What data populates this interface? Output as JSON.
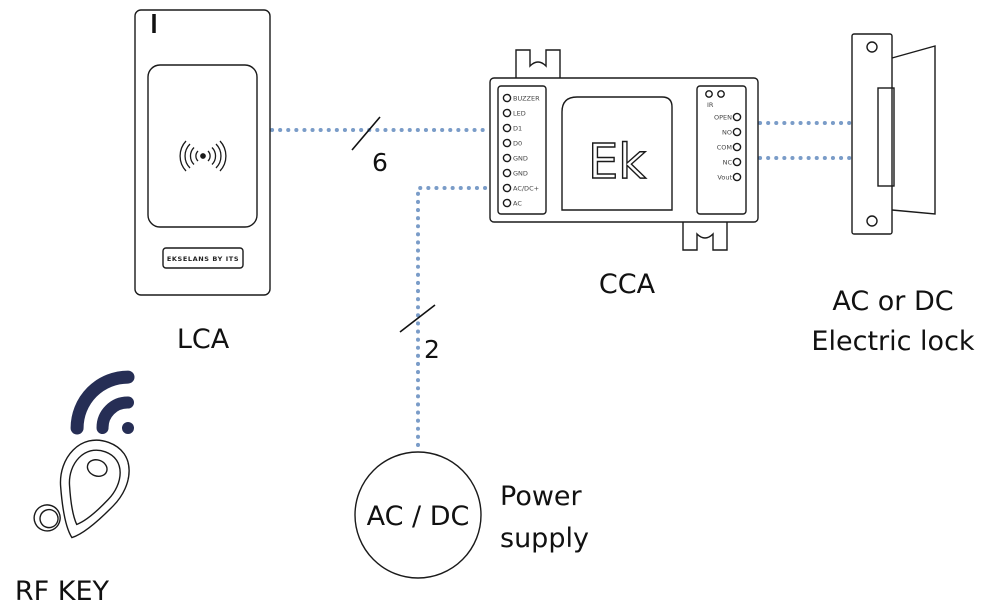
{
  "labels": {
    "lca": "LCA",
    "cca": "CCA",
    "lock_line1": "AC or DC",
    "lock_line2": "Electric lock",
    "rf_key": "RF KEY",
    "power_circle": "AC / DC",
    "power_line1": "Power",
    "power_line2": "supply",
    "wire_count_reader": "6",
    "wire_count_power": "2"
  },
  "reader": {
    "brand": "EKSELANS BY ITS"
  },
  "controller": {
    "logo": "Ek",
    "left_pins": [
      "BUZZER",
      "LED",
      "D1",
      "D0",
      "GND",
      "GND",
      "AC/DC+",
      "AC"
    ],
    "right_pins": [
      "IR",
      "OPEN",
      "NO",
      "COM",
      "NC",
      "Vout"
    ]
  },
  "colors": {
    "wire": "#7a9cc8",
    "outline": "#1a1a1a",
    "wifi": "#262e55"
  },
  "icons": {
    "reader_nfc": "nfc-waves-icon",
    "key_signal": "wifi-signal-icon",
    "key_fob": "key-fob-icon"
  }
}
